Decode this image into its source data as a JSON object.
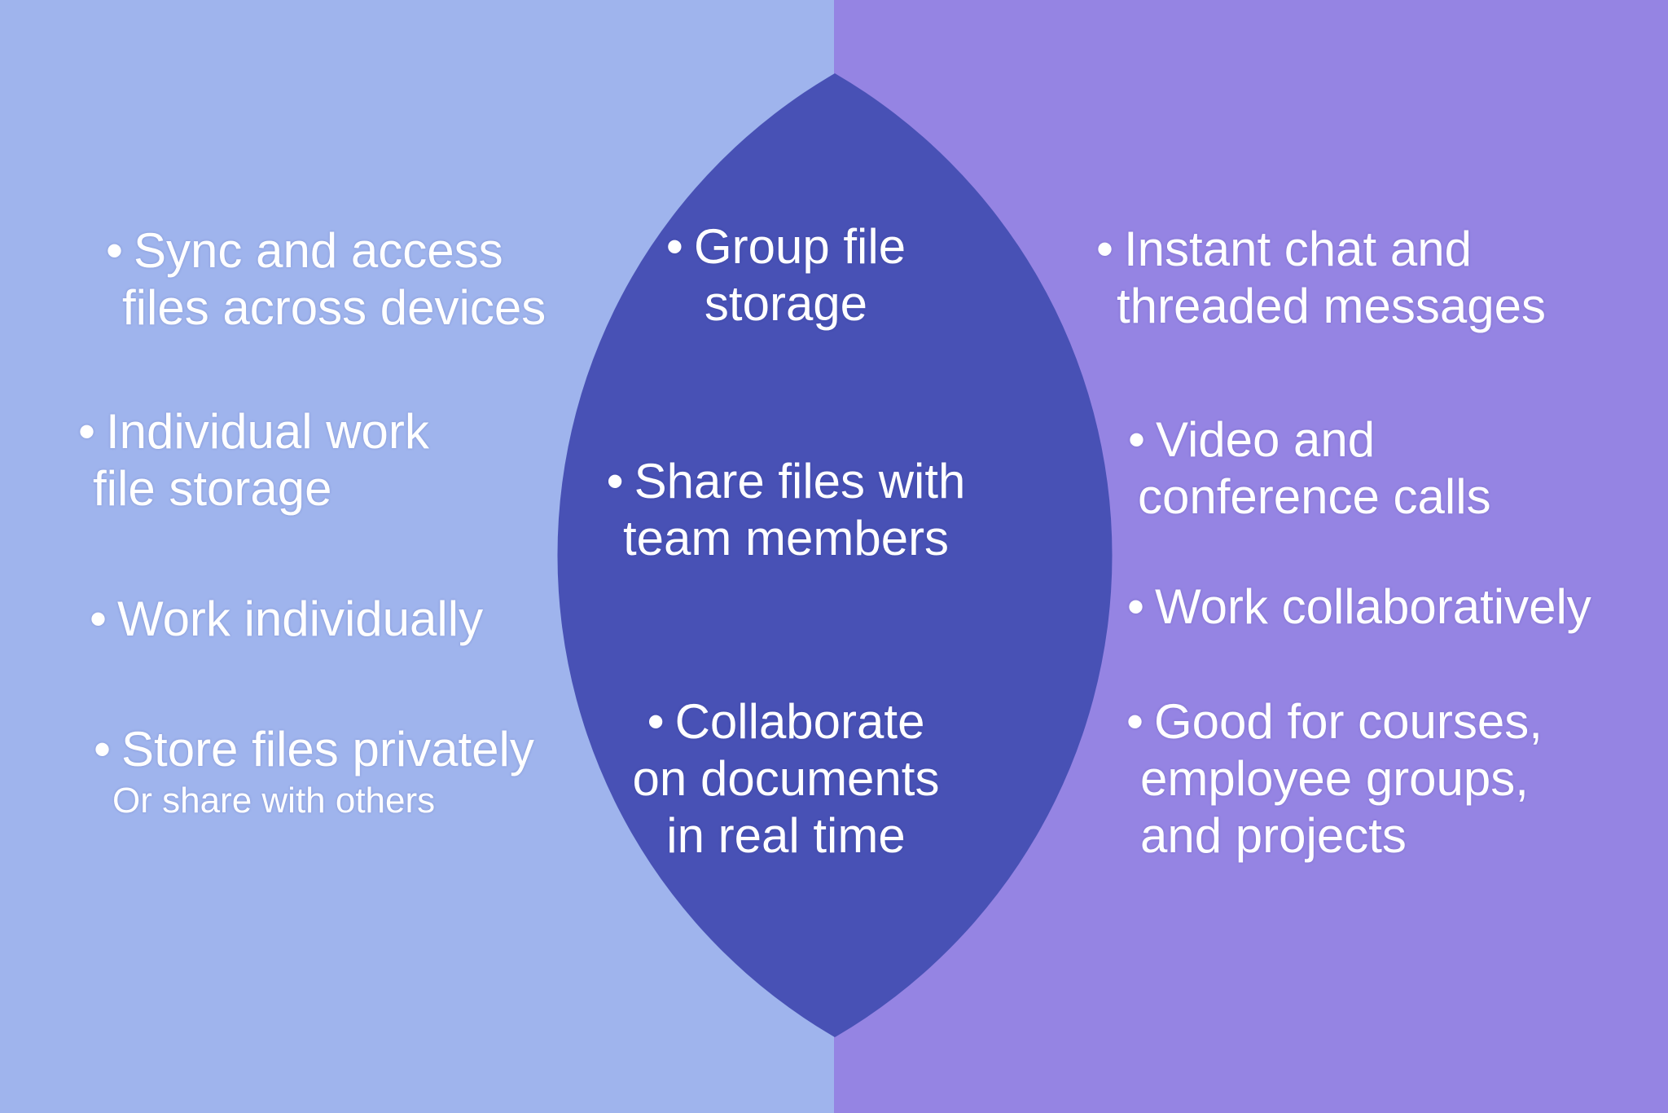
{
  "glyphs": {
    "bullet": "•"
  },
  "colors": {
    "left_bg": "#9FB4ED",
    "right_bg": "#9584E3",
    "overlap_fill": "#4851B5",
    "text": "#FFFFFF"
  },
  "diagram": {
    "type": "venn-comparison",
    "left_region": {
      "items": [
        {
          "lines": [
            "Sync and access",
            "files across devices"
          ]
        },
        {
          "lines": [
            "Individual work",
            "file storage"
          ]
        },
        {
          "lines": [
            "Work individually"
          ]
        },
        {
          "lines": [
            "Store files privately"
          ],
          "subline": "Or share with others"
        }
      ]
    },
    "overlap_region": {
      "items": [
        {
          "lines": [
            "Group file",
            "storage"
          ]
        },
        {
          "lines": [
            "Share files with",
            "team members"
          ]
        },
        {
          "lines": [
            "Collaborate",
            "on documents",
            "in real time"
          ]
        }
      ]
    },
    "right_region": {
      "items": [
        {
          "lines": [
            "Instant chat and",
            "threaded messages"
          ]
        },
        {
          "lines": [
            "Video and",
            "conference calls"
          ]
        },
        {
          "lines": [
            "Work collaboratively"
          ]
        },
        {
          "lines": [
            "Good for courses,",
            "employee groups,",
            "and projects"
          ]
        }
      ]
    }
  }
}
